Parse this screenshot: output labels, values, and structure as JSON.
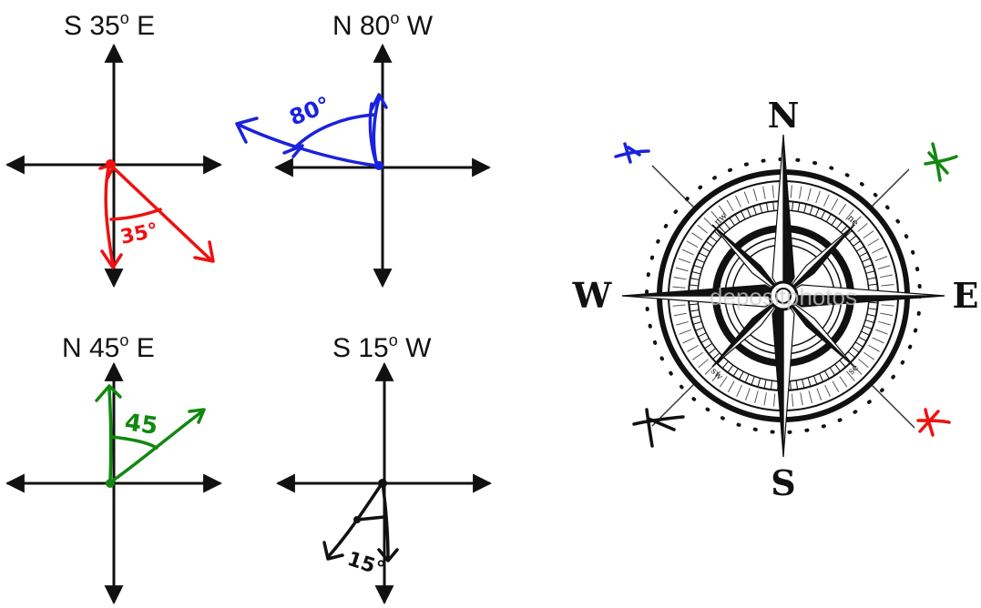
{
  "quadrants": [
    {
      "id": "q1",
      "prefix": "S 35",
      "degree": "o",
      "suffix": " E",
      "angle_label": "35°",
      "color": "#ee1111"
    },
    {
      "id": "q2",
      "prefix": "N 80",
      "degree": "o",
      "suffix": " W",
      "angle_label": "80°",
      "color": "#1a22dd"
    },
    {
      "id": "q3",
      "prefix": "N 45",
      "degree": "o",
      "suffix": " E",
      "angle_label": "45",
      "color": "#118811"
    },
    {
      "id": "q4",
      "prefix": "S 15",
      "degree": "o",
      "suffix": " W",
      "angle_label": "15°",
      "color": "#111111"
    }
  ],
  "compass": {
    "north": "N",
    "east": "E",
    "south": "S",
    "west": "W",
    "intercardinals": [
      "nw",
      "ne",
      "sw",
      "se"
    ],
    "watermark": "depositphotos",
    "marks": [
      {
        "position": "northwest",
        "color": "#1a22dd"
      },
      {
        "position": "northeast",
        "color": "#118811"
      },
      {
        "position": "southwest",
        "color": "#111111"
      },
      {
        "position": "southeast",
        "color": "#ee1111"
      }
    ]
  }
}
